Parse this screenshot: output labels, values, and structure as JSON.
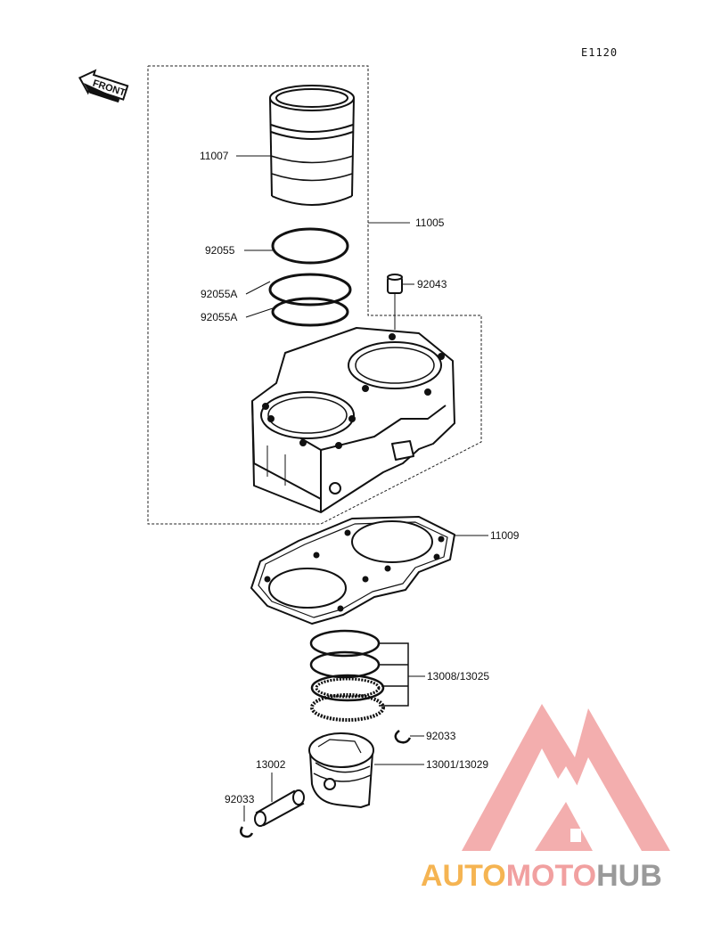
{
  "diagram": {
    "code": "E1120",
    "front_label": "FRONT",
    "parts": {
      "liner": "11007",
      "cylinder_assy": "11005",
      "oring_a": "92055",
      "oring_b": "92055A",
      "oring_c": "92055A",
      "dowel": "92043",
      "gasket": "11009",
      "rings": "13008/13025",
      "clip_right": "92033",
      "piston": "13001/13029",
      "pin": "13002",
      "clip_left": "92033"
    }
  },
  "watermark": {
    "brand_part1": "AUTO",
    "brand_part2": "MOTO",
    "brand_part3": "HUB",
    "colors": {
      "orange": "#f5b452",
      "pink": "#f1a0a0",
      "gray": "#9a9a9a"
    }
  }
}
